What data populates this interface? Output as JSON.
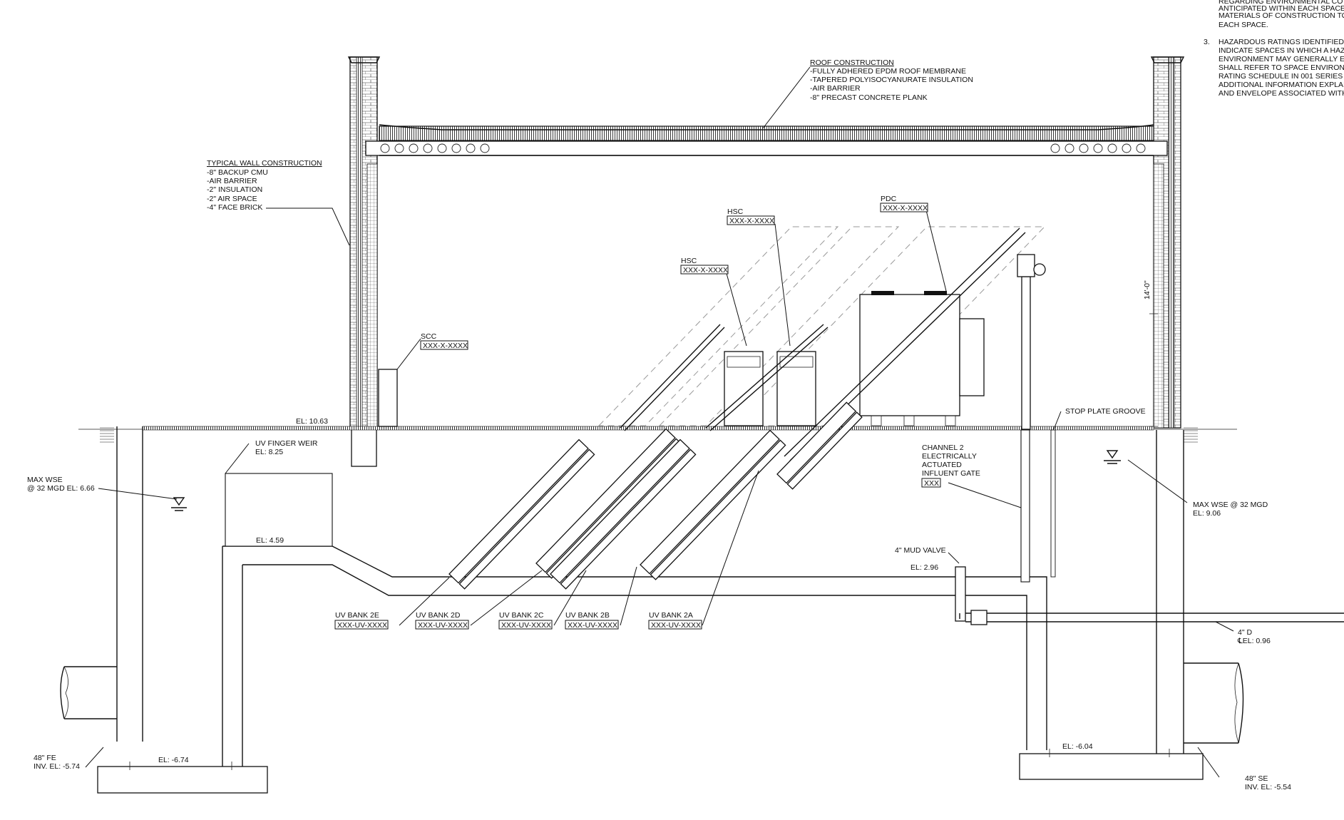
{
  "notes": {
    "line1": "REGARDING ENVIRONMENTAL CO",
    "line2": "ANTICIPATED WITHIN EACH SPACE",
    "line3": "MATERIALS OF CONSTRUCTION TO",
    "line4": "EACH SPACE.",
    "num3": "3.",
    "line5": "HAZARDOUS RATINGS IDENTIFIED O",
    "line6": "INDICATE SPACES IN WHICH A HAZ",
    "line7": "ENVIRONMENT MAY GENERALLY E",
    "line8": "SHALL REFER TO SPACE ENVIRONI",
    "line9": "RATING SCHEDULE IN 001 SERIES C",
    "line10": "ADDITIONAL INFORMATION EXPLAI",
    "line11": "AND ENVELOPE ASSOCIATED WITH"
  },
  "roof": {
    "title": "ROOF CONSTRUCTION",
    "l1": "-FULLY ADHERED EPDM ROOF MEMBRANE",
    "l2": "-TAPERED POLYISOCYANURATE INSULATION",
    "l3": "-AIR BARRIER",
    "l4": "-8\" PRECAST CONCRETE PLANK"
  },
  "wall": {
    "title": "TYPICAL WALL CONSTRUCTION",
    "l1": "-8\" BACKUP CMU",
    "l2": "-AIR BARRIER",
    "l3": "-2\" INSULATION",
    "l4": "-2\" AIR SPACE",
    "l5": "-4\" FACE BRICK"
  },
  "tags": {
    "hsc1_label": "HSC",
    "hsc1_tag": "XXX-X-XXXX",
    "hsc2_label": "HSC",
    "hsc2_tag": "XXX-X-XXXX",
    "pdc_label": "PDC",
    "pdc_tag": "XXX-X-XXXX",
    "scc_label": "SCC",
    "scc_tag": "XXX-X-XXXX"
  },
  "elevations": {
    "floor": "EL: 10.63",
    "weir_label": "UV FINGER WEIR",
    "weir_el": "EL: 8.25",
    "weir_bottom": "EL: 4.59",
    "maxwse_left_1": "MAX WSE",
    "maxwse_left_2": "@ 32 MGD EL: 6.66",
    "maxwse_right_1": "MAX WSE @ 32 MGD",
    "maxwse_right_2": "EL: 9.06",
    "mud_valve": "4\" MUD VALVE",
    "mud_el": "EL: 2.96",
    "channel_1": "CHANNEL 2",
    "channel_2": "ELECTRICALLY",
    "channel_3": "ACTUATED",
    "channel_4": "INFLUENT GATE",
    "channel_tag": "XXX",
    "stop_plate": "STOP PLATE GROOVE",
    "height_dim": "14'-0\"",
    "drain_1": "4\" D",
    "drain_2": "℄EL: 0.96",
    "left_pipe_1": "48\" FE",
    "left_pipe_2": "INV. EL: -5.74",
    "left_base": "EL: -6.74",
    "right_base": "EL: -6.04",
    "right_pipe_1": "48\" SE",
    "right_pipe_2": "INV. EL: -5.54"
  },
  "banks": [
    {
      "label": "UV BANK 2E",
      "tag": "XXX-UV-XXXX"
    },
    {
      "label": "UV BANK 2D",
      "tag": "XXX-UV-XXXX"
    },
    {
      "label": "UV BANK 2C",
      "tag": "XXX-UV-XXXX"
    },
    {
      "label": "UV BANK 2B",
      "tag": "XXX-UV-XXXX"
    },
    {
      "label": "UV BANK 2A",
      "tag": "XXX-UV-XXXX"
    }
  ]
}
